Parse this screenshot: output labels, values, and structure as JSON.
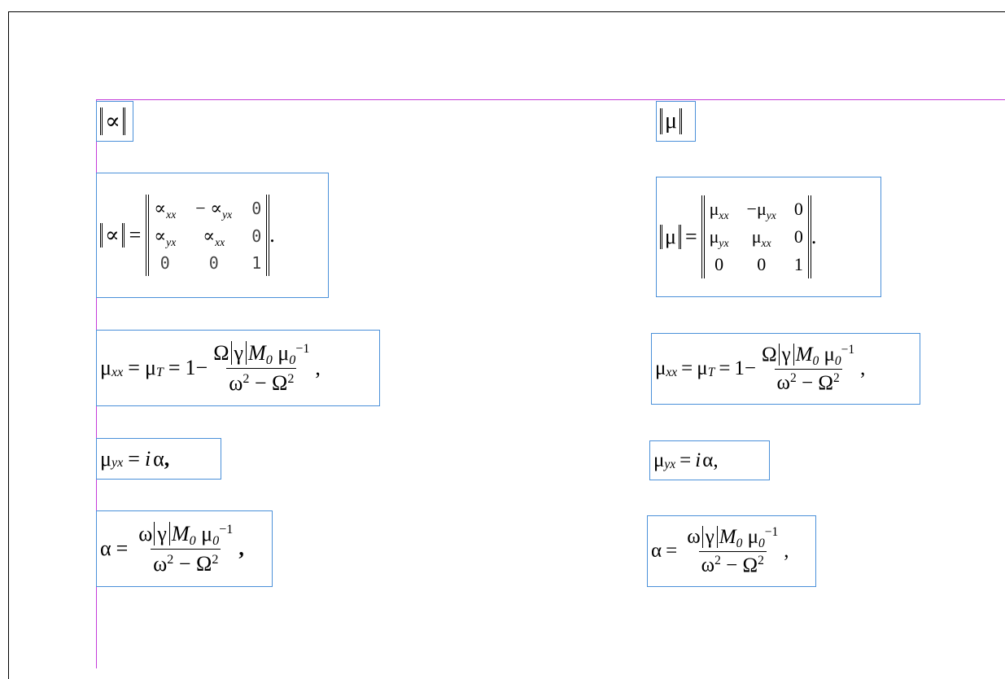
{
  "norm_alpha": "∝",
  "norm_mu": "μ",
  "matrix_alpha": {
    "lhs": "∝",
    "eq": "=",
    "cells": [
      "∝",
      "xx",
      "− ∝",
      "yx",
      "0",
      "∝",
      "yx",
      "∝",
      "xx",
      "0",
      "0",
      "0",
      "1"
    ],
    "end": "."
  },
  "matrix_mu": {
    "lhs": "μ",
    "eq": "=",
    "cells": [
      "μ",
      "xx",
      "−μ",
      "yx",
      "0",
      "μ",
      "yx",
      "μ",
      "xx",
      "0",
      "0",
      "0",
      "1"
    ],
    "end": "."
  },
  "mu_xx": {
    "mu": "μ",
    "sub": "xx",
    "eq1": "=",
    "muT": "μ",
    "T": "T",
    "eq2": "=",
    "one": "1−",
    "num_Omega": "Ω",
    "num_gamma": "γ",
    "num_M": "M",
    "num_M0": "0",
    "num_mu": "μ",
    "num_mu0": "0",
    "num_exp": "−1",
    "den_omega": "ω",
    "den_exp": "2",
    "den_minus": "−",
    "den_Omega": "Ω",
    "den_exp2": "2",
    "end": ","
  },
  "mu_yx": {
    "mu": "μ",
    "sub": "yx",
    "eq": "=",
    "i": "i",
    "alpha": "α",
    "end": ","
  },
  "alpha": {
    "alpha": "α",
    "eq": "=",
    "num_omega": "ω",
    "num_gamma": "γ",
    "num_M": "M",
    "num_M0": "0",
    "num_mu": "μ",
    "num_mu0": "0",
    "num_exp": "−1",
    "den_omega": "ω",
    "den_exp": "2",
    "den_minus": "−",
    "den_Omega": "Ω",
    "den_exp2": "2",
    "end": ","
  }
}
